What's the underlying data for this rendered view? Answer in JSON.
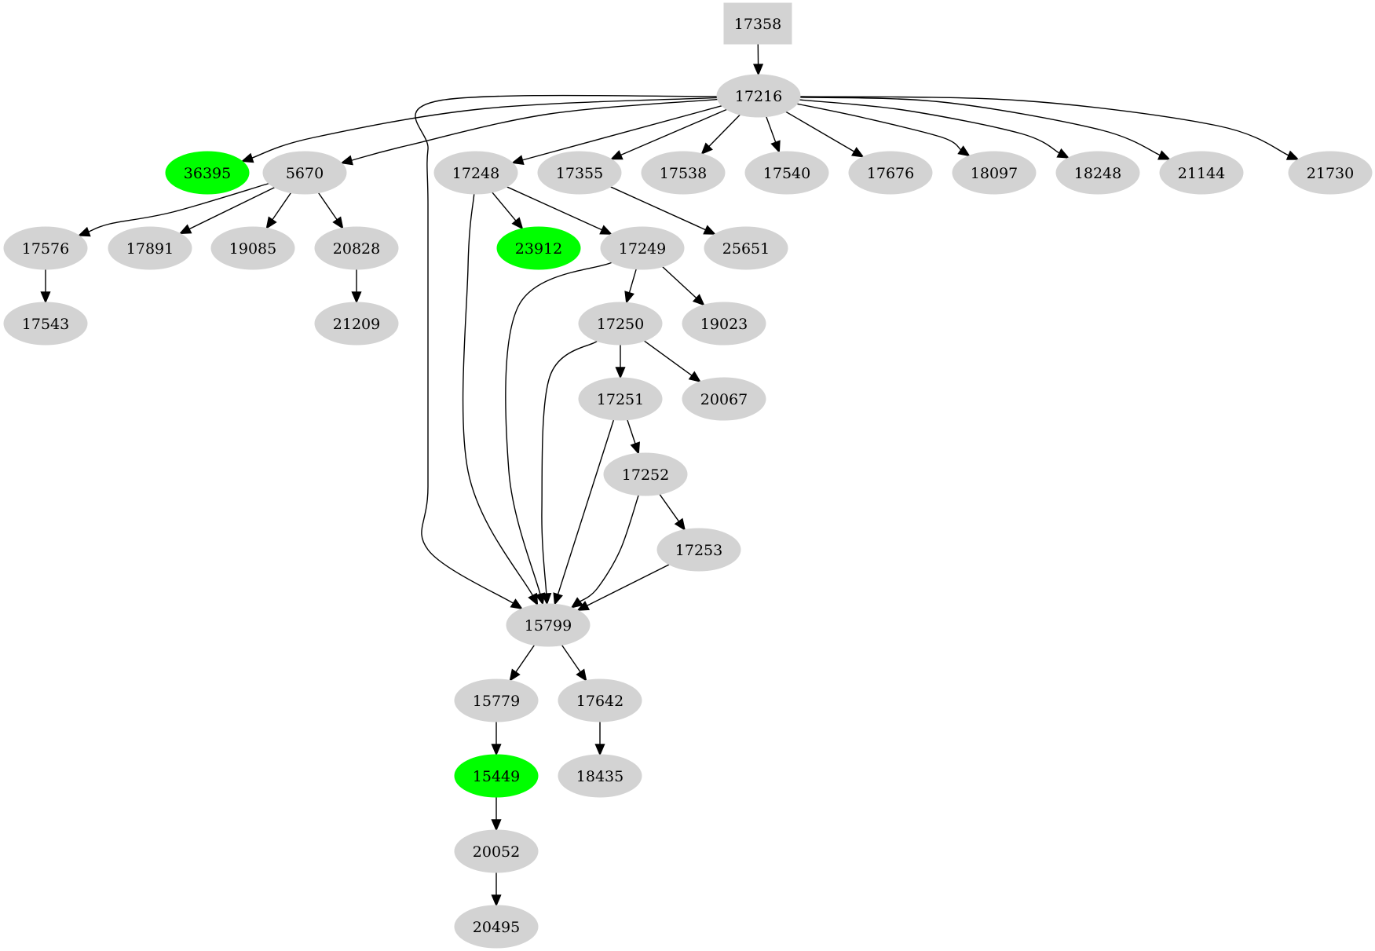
{
  "diagram": {
    "colors": {
      "default_fill": "#d3d3d3",
      "highlight_fill": "#00ff00",
      "edge": "#000000",
      "text": "#000000",
      "background": "#ffffff"
    },
    "nodes": [
      {
        "id": "17358",
        "label": "17358",
        "shape": "box",
        "highlight": false
      },
      {
        "id": "17216",
        "label": "17216",
        "shape": "ellipse",
        "highlight": false
      },
      {
        "id": "36395",
        "label": "36395",
        "shape": "ellipse",
        "highlight": true
      },
      {
        "id": "5670",
        "label": "5670",
        "shape": "ellipse",
        "highlight": false
      },
      {
        "id": "17248",
        "label": "17248",
        "shape": "ellipse",
        "highlight": false
      },
      {
        "id": "17355",
        "label": "17355",
        "shape": "ellipse",
        "highlight": false
      },
      {
        "id": "17538",
        "label": "17538",
        "shape": "ellipse",
        "highlight": false
      },
      {
        "id": "17540",
        "label": "17540",
        "shape": "ellipse",
        "highlight": false
      },
      {
        "id": "17676",
        "label": "17676",
        "shape": "ellipse",
        "highlight": false
      },
      {
        "id": "18097",
        "label": "18097",
        "shape": "ellipse",
        "highlight": false
      },
      {
        "id": "18248",
        "label": "18248",
        "shape": "ellipse",
        "highlight": false
      },
      {
        "id": "21144",
        "label": "21144",
        "shape": "ellipse",
        "highlight": false
      },
      {
        "id": "21730",
        "label": "21730",
        "shape": "ellipse",
        "highlight": false
      },
      {
        "id": "17576",
        "label": "17576",
        "shape": "ellipse",
        "highlight": false
      },
      {
        "id": "17891",
        "label": "17891",
        "shape": "ellipse",
        "highlight": false
      },
      {
        "id": "19085",
        "label": "19085",
        "shape": "ellipse",
        "highlight": false
      },
      {
        "id": "20828",
        "label": "20828",
        "shape": "ellipse",
        "highlight": false
      },
      {
        "id": "23912",
        "label": "23912",
        "shape": "ellipse",
        "highlight": true
      },
      {
        "id": "17249",
        "label": "17249",
        "shape": "ellipse",
        "highlight": false
      },
      {
        "id": "25651",
        "label": "25651",
        "shape": "ellipse",
        "highlight": false
      },
      {
        "id": "17543",
        "label": "17543",
        "shape": "ellipse",
        "highlight": false
      },
      {
        "id": "21209",
        "label": "21209",
        "shape": "ellipse",
        "highlight": false
      },
      {
        "id": "17250",
        "label": "17250",
        "shape": "ellipse",
        "highlight": false
      },
      {
        "id": "19023",
        "label": "19023",
        "shape": "ellipse",
        "highlight": false
      },
      {
        "id": "17251",
        "label": "17251",
        "shape": "ellipse",
        "highlight": false
      },
      {
        "id": "20067",
        "label": "20067",
        "shape": "ellipse",
        "highlight": false
      },
      {
        "id": "17252",
        "label": "17252",
        "shape": "ellipse",
        "highlight": false
      },
      {
        "id": "17253",
        "label": "17253",
        "shape": "ellipse",
        "highlight": false
      },
      {
        "id": "15799",
        "label": "15799",
        "shape": "ellipse",
        "highlight": false
      },
      {
        "id": "15779",
        "label": "15779",
        "shape": "ellipse",
        "highlight": false
      },
      {
        "id": "17642",
        "label": "17642",
        "shape": "ellipse",
        "highlight": false
      },
      {
        "id": "15449",
        "label": "15449",
        "shape": "ellipse",
        "highlight": true
      },
      {
        "id": "18435",
        "label": "18435",
        "shape": "ellipse",
        "highlight": false
      },
      {
        "id": "20052",
        "label": "20052",
        "shape": "ellipse",
        "highlight": false
      },
      {
        "id": "20495",
        "label": "20495",
        "shape": "ellipse",
        "highlight": false
      }
    ],
    "edges": [
      {
        "from": "17358",
        "to": "17216"
      },
      {
        "from": "17216",
        "to": "36395"
      },
      {
        "from": "17216",
        "to": "5670"
      },
      {
        "from": "17216",
        "to": "15799"
      },
      {
        "from": "17216",
        "to": "17248"
      },
      {
        "from": "17216",
        "to": "17355"
      },
      {
        "from": "17216",
        "to": "17538"
      },
      {
        "from": "17216",
        "to": "17540"
      },
      {
        "from": "17216",
        "to": "17676"
      },
      {
        "from": "17216",
        "to": "18097"
      },
      {
        "from": "17216",
        "to": "18248"
      },
      {
        "from": "17216",
        "to": "21144"
      },
      {
        "from": "17216",
        "to": "21730"
      },
      {
        "from": "5670",
        "to": "17576"
      },
      {
        "from": "5670",
        "to": "17891"
      },
      {
        "from": "5670",
        "to": "19085"
      },
      {
        "from": "5670",
        "to": "20828"
      },
      {
        "from": "17576",
        "to": "17543"
      },
      {
        "from": "20828",
        "to": "21209"
      },
      {
        "from": "17248",
        "to": "15799"
      },
      {
        "from": "17248",
        "to": "23912"
      },
      {
        "from": "17248",
        "to": "17249"
      },
      {
        "from": "17355",
        "to": "25651"
      },
      {
        "from": "17249",
        "to": "15799"
      },
      {
        "from": "17249",
        "to": "17250"
      },
      {
        "from": "17249",
        "to": "19023"
      },
      {
        "from": "17250",
        "to": "15799"
      },
      {
        "from": "17250",
        "to": "17251"
      },
      {
        "from": "17250",
        "to": "20067"
      },
      {
        "from": "17251",
        "to": "15799"
      },
      {
        "from": "17251",
        "to": "17252"
      },
      {
        "from": "17252",
        "to": "15799"
      },
      {
        "from": "17252",
        "to": "17253"
      },
      {
        "from": "17253",
        "to": "15799"
      },
      {
        "from": "15799",
        "to": "15779"
      },
      {
        "from": "15799",
        "to": "17642"
      },
      {
        "from": "15779",
        "to": "15449"
      },
      {
        "from": "15449",
        "to": "20052"
      },
      {
        "from": "20052",
        "to": "20495"
      },
      {
        "from": "17642",
        "to": "18435"
      }
    ]
  }
}
